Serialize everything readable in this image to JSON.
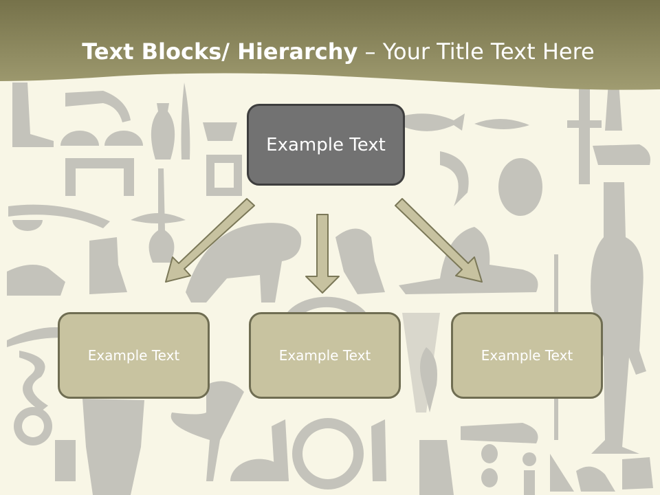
{
  "title": {
    "bold": "Text Blocks/ Hierarchy",
    "rest": " – Your Title Text Here"
  },
  "top_box": {
    "label": "Example Text"
  },
  "child_boxes": [
    {
      "label": "Example Text"
    },
    {
      "label": "Example Text"
    },
    {
      "label": "Example Text"
    }
  ],
  "colors": {
    "background": "#f8f6e6",
    "header_band": "#8a8559",
    "hieroglyph": "#c4c3bb",
    "top_box": "#727272",
    "child_box": "#c8c3a0",
    "arrow_fill": "#c7c2a0",
    "arrow_stroke": "#7b7858"
  }
}
